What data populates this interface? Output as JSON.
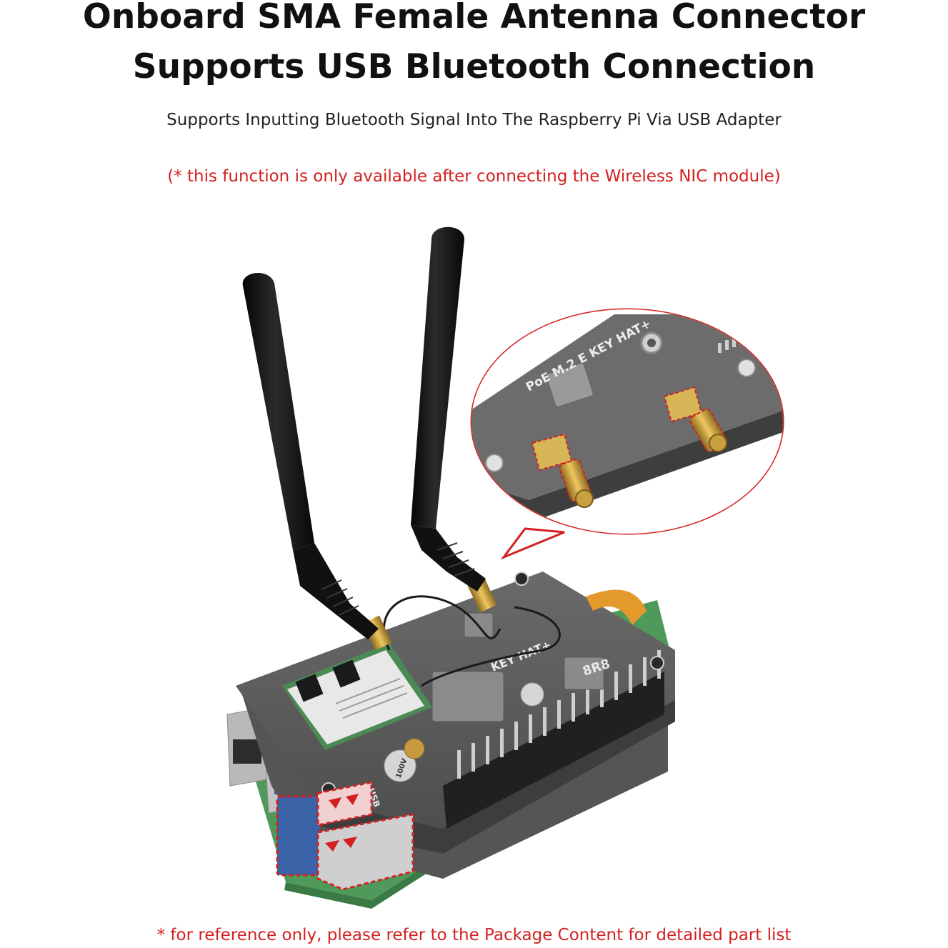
{
  "heading": {
    "line1": "Onboard SMA Female Antenna Connector",
    "line2": "Supports USB Bluetooth Connection"
  },
  "subtitle": "Supports Inputting Bluetooth Signal Into The Raspberry Pi Via USB Adapter",
  "note": "(* this function is only available after connecting the Wireless NIC module)",
  "footer": "* for reference only, please refer to the Package Content for detailed part list",
  "product_photo": {
    "board_label_zoom": "PoE M.2 E KEY HAT+",
    "board_label_main": "KEY HAT+",
    "usb_label": "USB",
    "inductor_label": "8R8",
    "capacitor_label": "100V",
    "callout_color": "#d42020",
    "board_color": "#5a5a5a",
    "antenna_color": "#141414",
    "connector_color": "#d4a640",
    "base_pcb_color": "#4f9a5a"
  }
}
